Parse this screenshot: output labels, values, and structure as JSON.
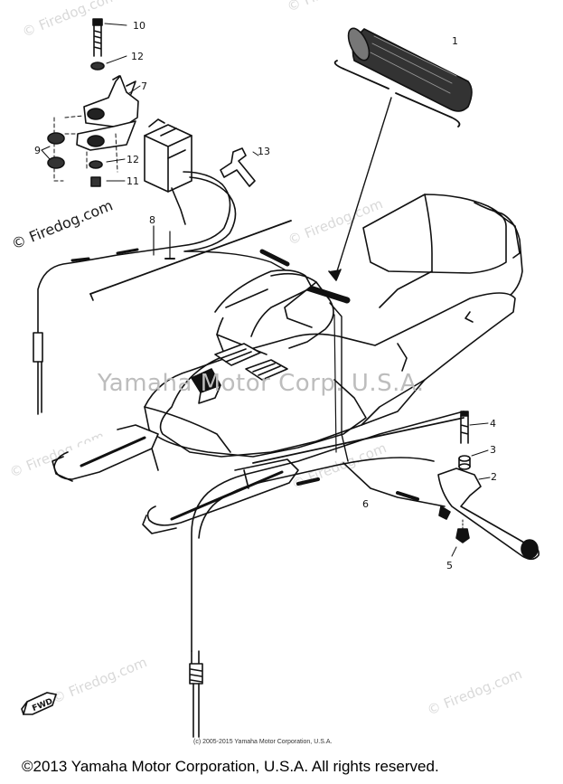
{
  "watermarks": {
    "site": "© Firedog.com",
    "site_dark": "© Firedog.com",
    "maker": "Yamaha Motor Corp. U.S.A."
  },
  "callouts": [
    "1",
    "2",
    "3",
    "4",
    "5",
    "6",
    "7",
    "8",
    "9",
    "10",
    "11",
    "12",
    "12",
    "13"
  ],
  "direction_mark": "FWD",
  "copyright_small": "(c) 2005-2015 Yamaha Motor Corporation, U.S.A.",
  "copyright_footer": "©2013 Yamaha Motor Corporation, U.S.A. All rights reserved."
}
